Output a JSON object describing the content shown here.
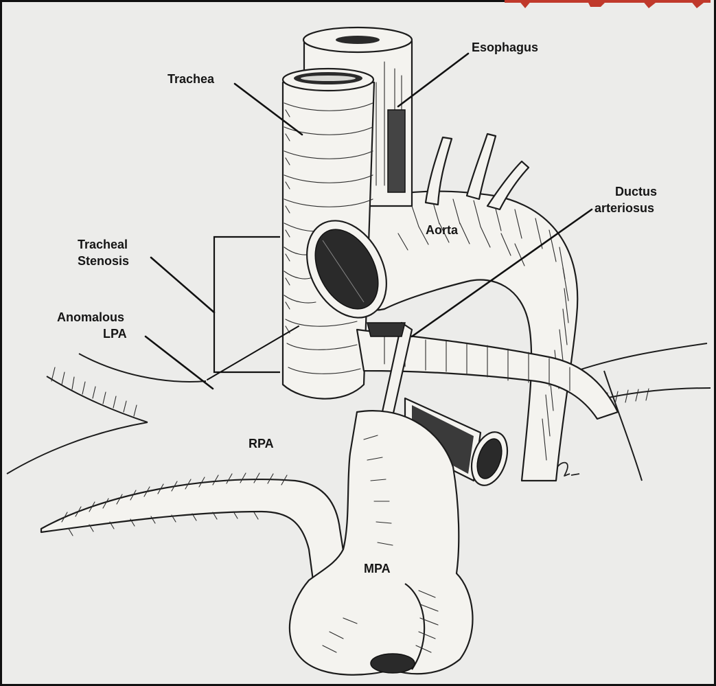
{
  "labels": {
    "esophagus": "Esophagus",
    "trachea": "Trachea",
    "ductus": [
      "Ductus",
      "arteriosus"
    ],
    "aorta": "Aorta",
    "tracheal_stenosis": [
      "Tracheal",
      "Stenosis"
    ],
    "anomalous_lpa": [
      "Anomalous",
      "LPA"
    ],
    "rpa": "RPA",
    "mpa": "MPA"
  },
  "colors": {
    "paper": "#ececea",
    "ink": "#151515",
    "accent_mark": "#c0392b"
  }
}
